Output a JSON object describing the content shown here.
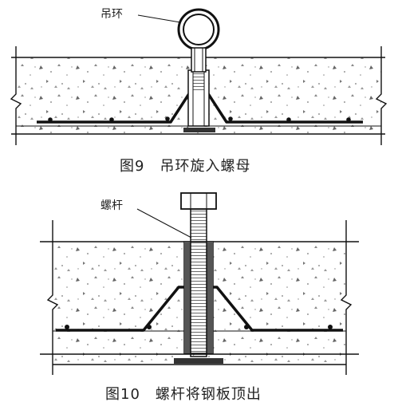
{
  "figure9": {
    "callout": "吊环",
    "caption": "图9　吊环旋入螺母"
  },
  "figure10": {
    "callout": "螺杆",
    "caption": "图10　螺杆将钢板顶出"
  },
  "colors": {
    "line": "#111111",
    "concrete_speck": "#777777",
    "rebar": "#111111",
    "background": "#ffffff"
  }
}
